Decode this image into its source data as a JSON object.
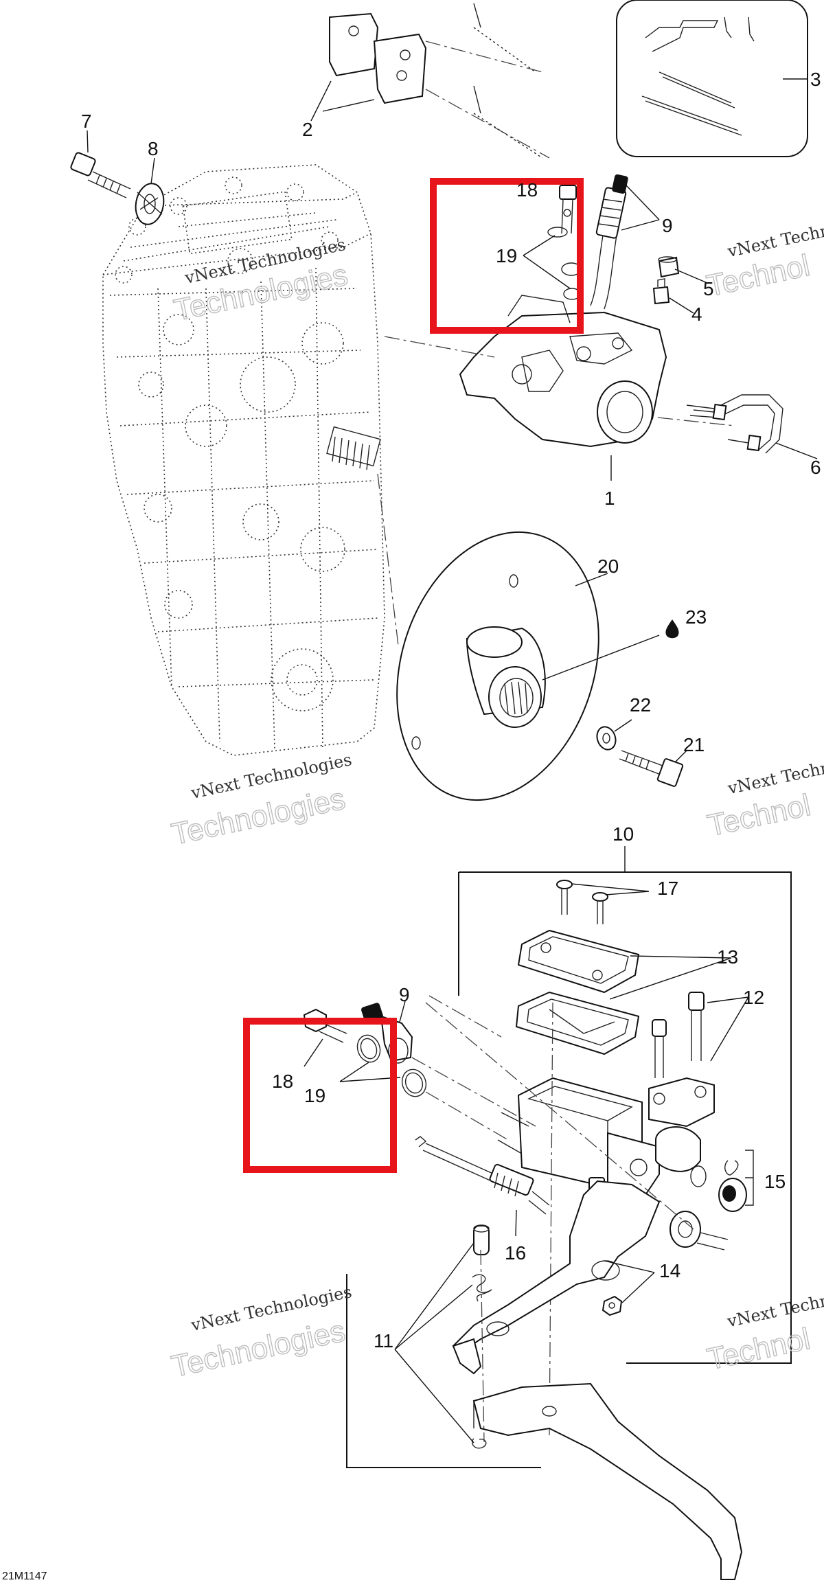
{
  "diagram": {
    "part_labels": [
      "7",
      "8",
      "2",
      "3",
      "18",
      "9",
      "19",
      "5",
      "4",
      "6",
      "1",
      "20",
      "23",
      "22",
      "21",
      "10",
      "17",
      "13",
      "12",
      "15",
      "14",
      "16",
      "11",
      "18",
      "19",
      "9"
    ],
    "watermarks": [
      {
        "line1": "vNext Technologies",
        "line2": "Technologies"
      },
      {
        "line1": "vNext Techn",
        "line2": "Technol"
      },
      {
        "line1": "vNext Technologies",
        "line2": "Technologies"
      },
      {
        "line1": "vNext Techn",
        "line2": "Technol"
      },
      {
        "line1": "vNext Technologies",
        "line2": "Technologies"
      },
      {
        "line1": "vNext Techn",
        "line2": "Technol"
      }
    ],
    "figure_code": "21M1147",
    "highlight_color": "#e8141c"
  }
}
